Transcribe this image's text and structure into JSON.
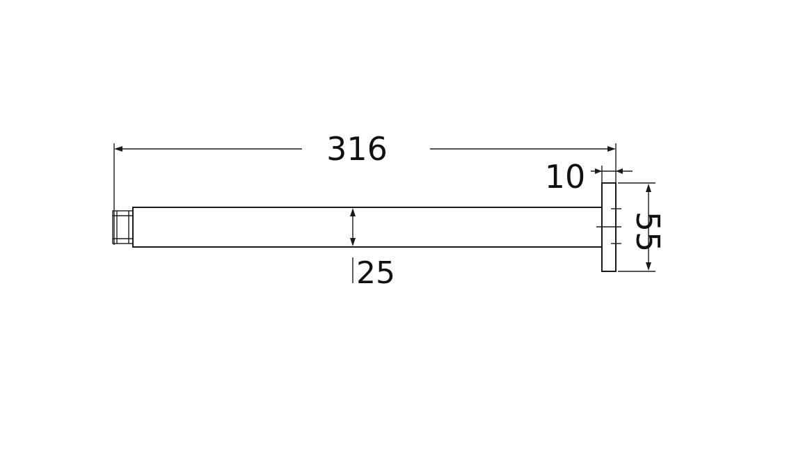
{
  "dimensions": {
    "length": "316",
    "plate_thickness": "10",
    "plate_height": "55",
    "arm_diameter": "25"
  },
  "colors": {
    "line": "#1a1a1a",
    "text": "#111111",
    "background": "#ffffff"
  }
}
